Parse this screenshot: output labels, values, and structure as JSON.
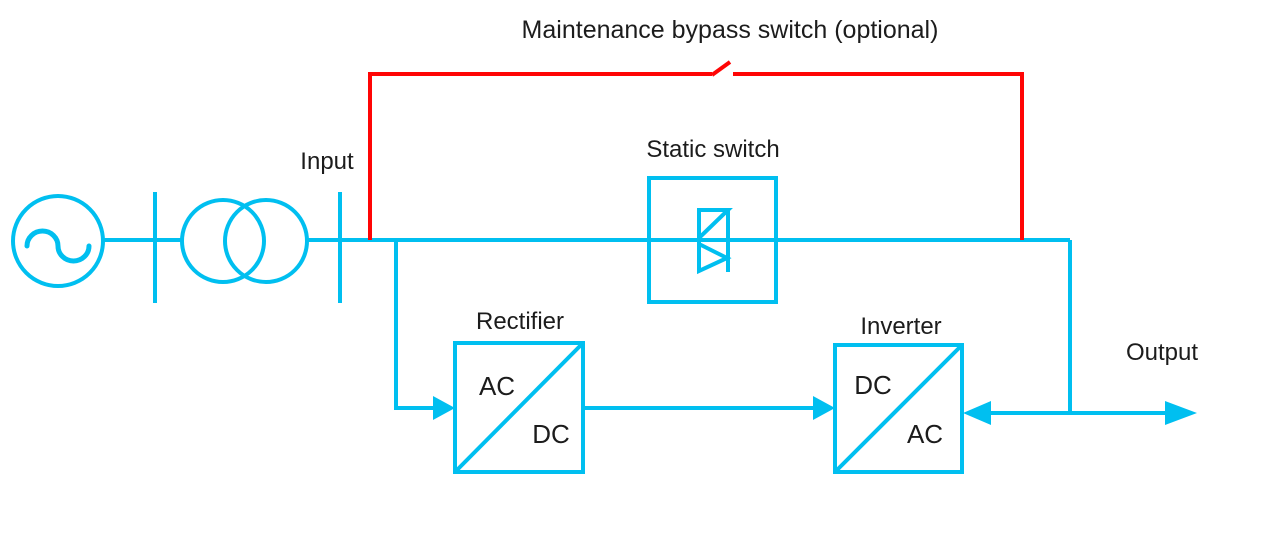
{
  "colors": {
    "line_accent": "#00bff0",
    "bypass_red": "#ff0505",
    "text": "#1c1c1c",
    "background": "#ffffff"
  },
  "diagram": {
    "title": "Maintenance bypass switch (optional)",
    "input_label": "Input",
    "output_label": "Output",
    "static_switch": {
      "label": "Static switch"
    },
    "rectifier": {
      "label": "Rectifier",
      "input_side": "AC",
      "output_side": "DC"
    },
    "inverter": {
      "label": "Inverter",
      "input_side": "DC",
      "output_side": "AC"
    }
  }
}
